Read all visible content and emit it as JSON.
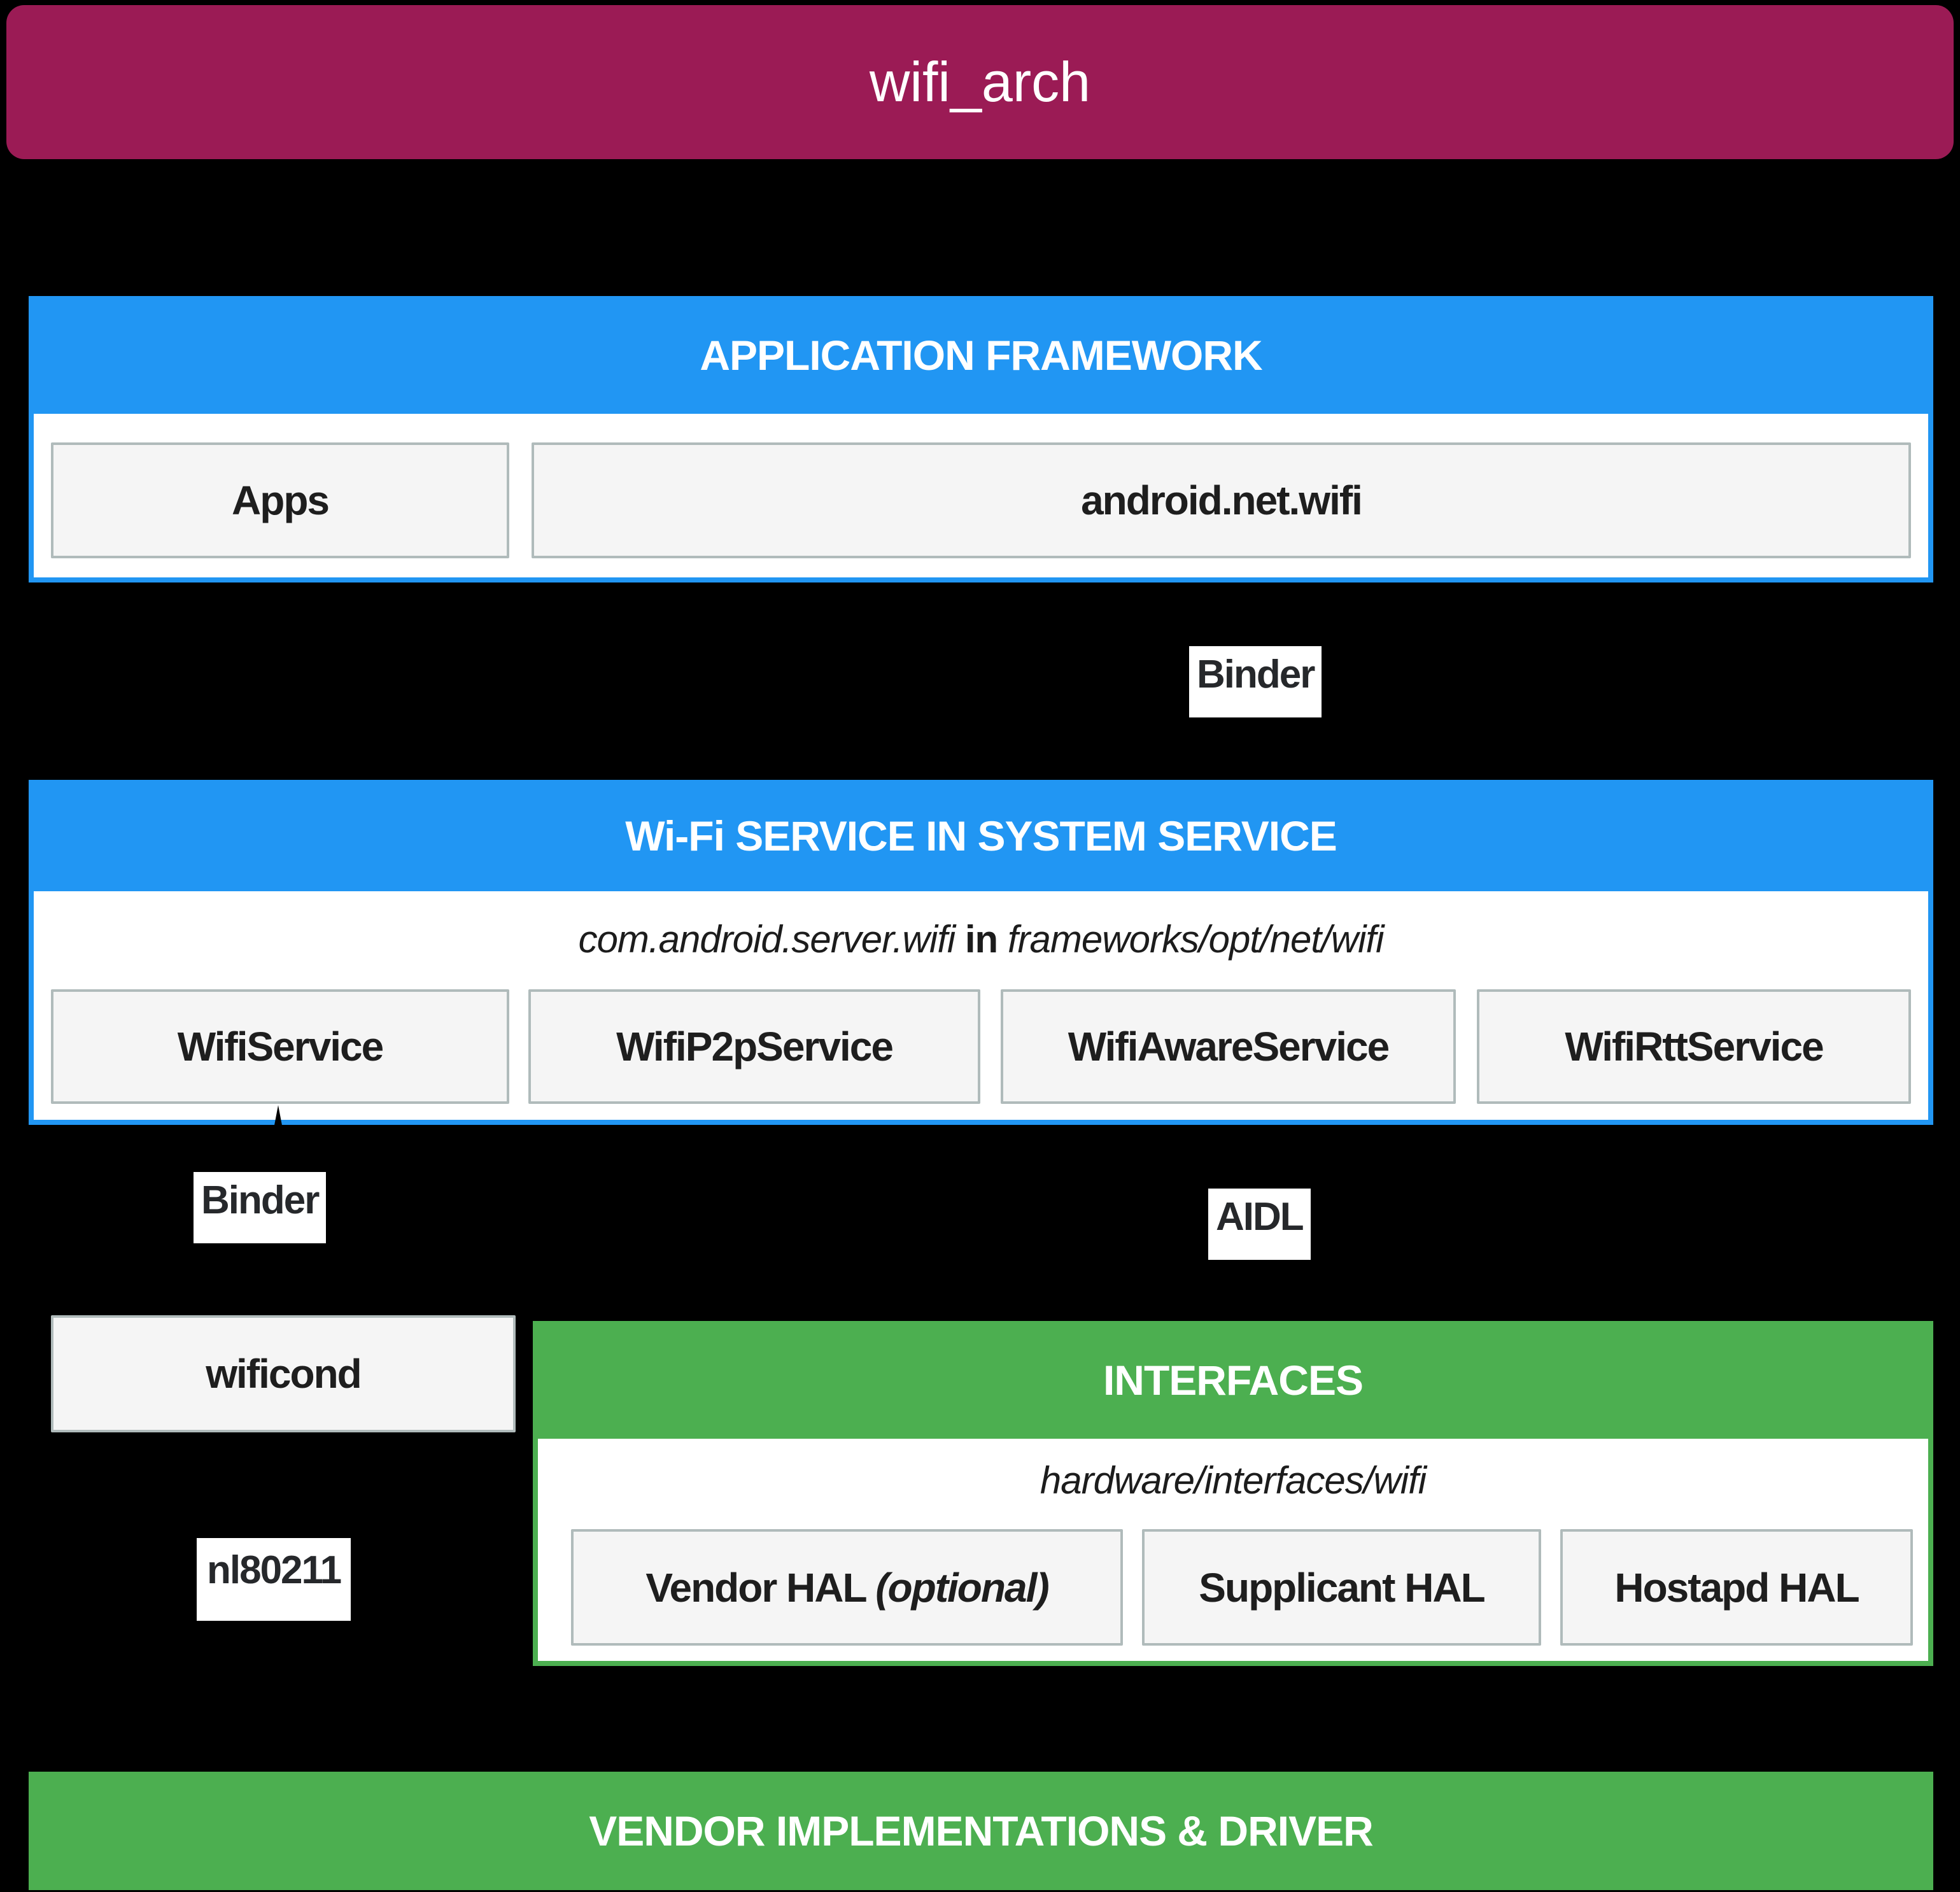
{
  "title_bar": {
    "title": "wifi_arch"
  },
  "colors": {
    "background": "#000000",
    "title_bar": "#9B1B55",
    "framework_blue": "#2196F3",
    "interfaces_green": "#4CAF50",
    "node_fill": "#F5F5F5",
    "node_border": "#B0BBBB",
    "label_text": "#26282B",
    "header_text": "#FFFFFF"
  },
  "app_framework": {
    "header": "APPLICATION FRAMEWORK",
    "apps_box": "Apps",
    "api_box": "android.net.wifi"
  },
  "wifi_service": {
    "header": "Wi-Fi SERVICE IN SYSTEM SERVICE",
    "subtitle_pkg": "com.android.server.wifi",
    "subtitle_conj": " in ",
    "subtitle_path": "frameworks/opt/net/wifi",
    "services": [
      "WifiService",
      "WifiP2pService",
      "WifiAwareService",
      "WifiRttService"
    ]
  },
  "labels": {
    "binder_top": "Binder",
    "binder_left": "Binder",
    "aidl": "AIDL",
    "nl80211": "nl80211"
  },
  "wificond_box": "wificond",
  "interfaces": {
    "header": "INTERFACES",
    "subtitle_path": "hardware/interfaces/wifi",
    "hals": [
      {
        "name": "Vendor HAL ",
        "qualifier": "(optional)"
      },
      {
        "name": "Supplicant HAL",
        "qualifier": ""
      },
      {
        "name": "Hostapd HAL",
        "qualifier": ""
      }
    ]
  },
  "vendor_bar": {
    "header": "VENDOR IMPLEMENTATIONS & DRIVER"
  }
}
